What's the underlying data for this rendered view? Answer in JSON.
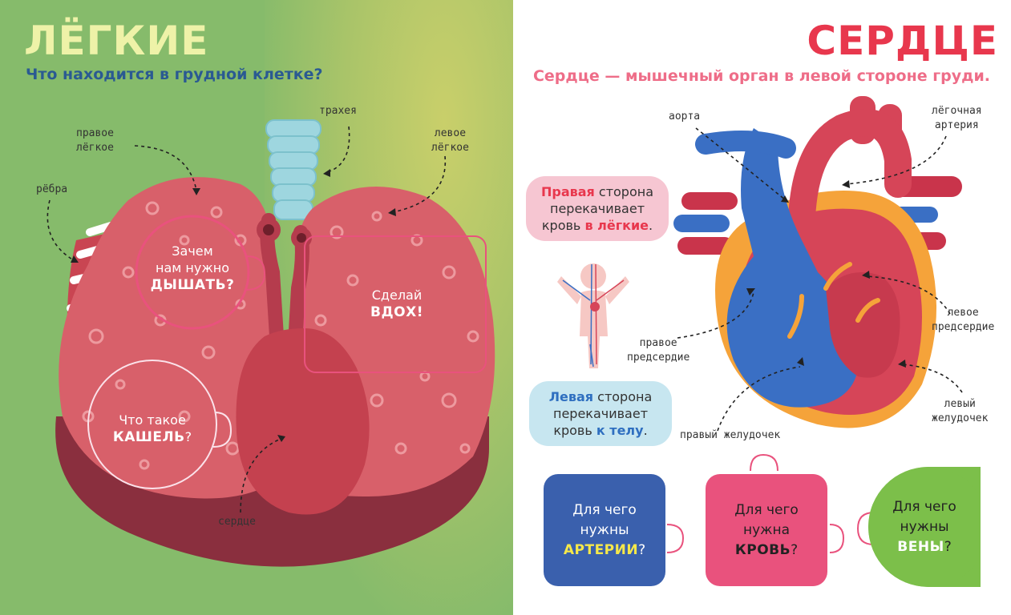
{
  "left_page": {
    "title": "ЛЁГКИЕ",
    "subtitle": "Что находится в грудной клетке?",
    "labels": {
      "right_lung": "правое\nлёгкое",
      "trachea": "трахея",
      "left_lung": "левое\nлёгкое",
      "ribs": "рёбра",
      "heart": "сердце"
    },
    "bubbles": {
      "breathe_line1": "Зачем",
      "breathe_line2": "нам нужно",
      "breathe_bold": "ДЫШАТЬ?",
      "inhale_line1": "Сделай",
      "inhale_bold": "ВДОХ!",
      "cough_line1": "Что такое",
      "cough_bold": "КАШЕЛЬ",
      "cough_q": "?"
    }
  },
  "right_page": {
    "title": "СЕРДЦЕ",
    "subtitle": "Сердце — мышечный орган в левой стороне груди.",
    "labels": {
      "aorta": "аорта",
      "pulmonary_artery": "лёгочная\nартерия",
      "right_atrium": "правое\nпредсердие",
      "left_atrium": "левое\nпредсердие",
      "right_ventricle": "правый желудочек",
      "left_ventricle": "левый\nжелудочек"
    },
    "info_right": {
      "bold1": "Правая",
      "text1": " сторона",
      "text2": "перекачивает",
      "text3": "кровь ",
      "bold2": "в лёгкие",
      "text4": "."
    },
    "info_left": {
      "bold1": "Левая",
      "text1": " сторона",
      "text2": "перекачивает",
      "text3": "кровь ",
      "bold2": "к телу",
      "text4": "."
    },
    "cards": {
      "arteries_line1": "Для чего",
      "arteries_line2": "нужны",
      "arteries_bold": "АРТЕРИИ",
      "arteries_q": "?",
      "blood_line1": "Для чего",
      "blood_line2": "нужна",
      "blood_bold": "КРОВЬ",
      "blood_q": "?",
      "veins_line1": "Для чего",
      "veins_line2": "нужны",
      "veins_bold": "ВЕНЫ",
      "veins_q": "?"
    }
  },
  "colors": {
    "left_bg": "#86bb6b",
    "lung": "#d8606a",
    "heart_red": "#d64558",
    "heart_blue": "#3a6fc4",
    "heart_orange": "#f5a33a",
    "title_red": "#e8374d",
    "card_blue": "#3a60ad",
    "card_pink": "#e9527d",
    "card_green": "#7cbf4a"
  }
}
